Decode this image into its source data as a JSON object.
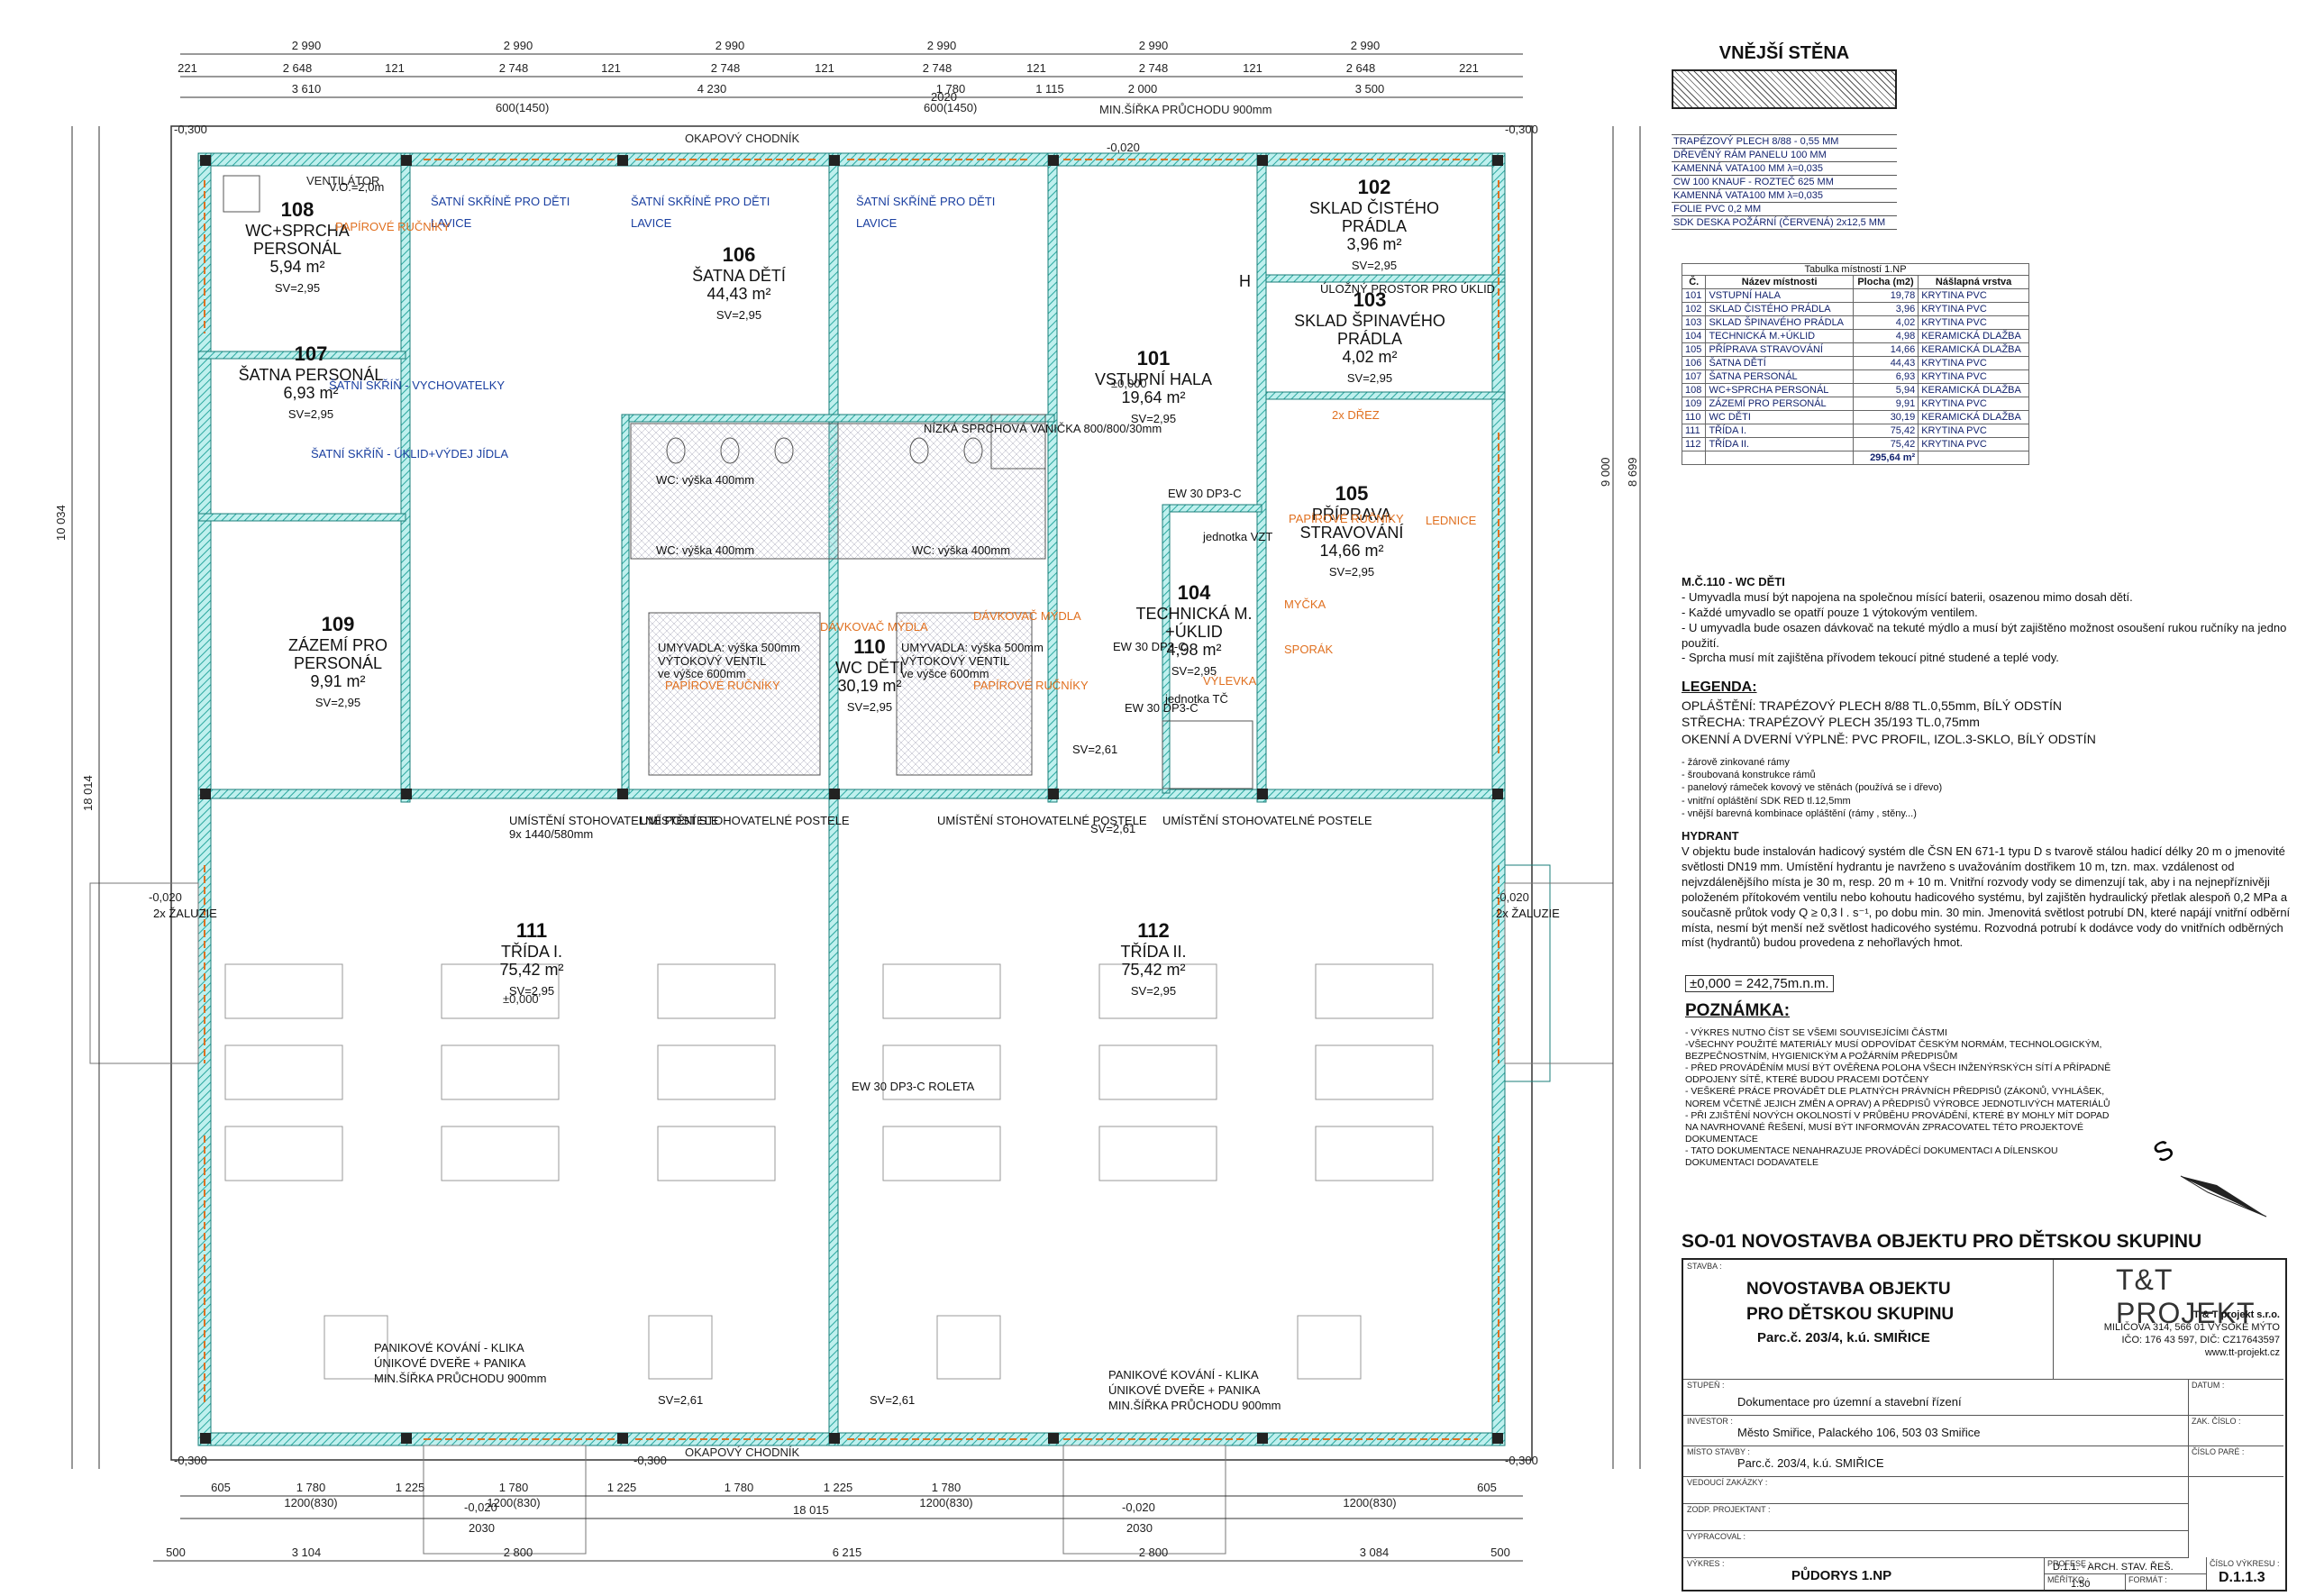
{
  "wall_legend": {
    "title": "VNĚJŠÍ STĚNA",
    "layers": [
      "TRAPÉZOVÝ PLECH 8/88 - 0,55 MM",
      "DŘEVĚNÝ RÁM PANELU 100 MM",
      "KAMENNÁ VATA100 MM λ=0,035",
      "CW 100 KNAUF - ROZTEČ 625 MM",
      "KAMENNÁ VATA100 MM λ=0,035",
      "FOLIE PVC 0,2 MM",
      "SDK DESKA POŽÁRNÍ (ČERVENÁ) 2x12,5 MM"
    ]
  },
  "room_table": {
    "caption": "Tabulka místností 1.NP",
    "headers": [
      "Č.",
      "Název místnosti",
      "Plocha (m2)",
      "Nášlapná vrstva"
    ],
    "rows": [
      [
        "101",
        "VSTUPNÍ HALA",
        "19,78",
        "KRYTINA PVC"
      ],
      [
        "102",
        "SKLAD ČISTÉHO PRÁDLA",
        "3,96",
        "KRYTINA PVC"
      ],
      [
        "103",
        "SKLAD ŠPINAVÉHO PRÁDLA",
        "4,02",
        "KRYTINA PVC"
      ],
      [
        "104",
        "TECHNICKÁ M.+ÚKLID",
        "4,98",
        "KERAMICKÁ DLAŽBA"
      ],
      [
        "105",
        "PŘÍPRAVA STRAVOVÁNÍ",
        "14,66",
        "KERAMICKÁ DLAŽBA"
      ],
      [
        "106",
        "ŠATNA DĚTÍ",
        "44,43",
        "KRYTINA PVC"
      ],
      [
        "107",
        "ŠATNA PERSONÁL",
        "6,93",
        "KRYTINA PVC"
      ],
      [
        "108",
        "WC+SPRCHA PERSONÁL",
        "5,94",
        "KERAMICKÁ DLAŽBA"
      ],
      [
        "109",
        "ZÁZEMÍ PRO PERSONÁL",
        "9,91",
        "KRYTINA PVC"
      ],
      [
        "110",
        "WC DĚTI",
        "30,19",
        "KERAMICKÁ DLAŽBA"
      ],
      [
        "111",
        "TŘÍDA I.",
        "75,42",
        "KRYTINA PVC"
      ],
      [
        "112",
        "TŘÍDA II.",
        "75,42",
        "KRYTINA PVC"
      ]
    ],
    "total": "295,64 m²"
  },
  "notes": {
    "wc_title": "M.Č.110 - WC DĚTI",
    "wc_lines": [
      "- Umyvadla musí být napojena na společnou mísící baterii, osazenou mimo dosah dětí.",
      "- Každé umyvadlo se opatří pouze 1 výtokovým ventilem.",
      "- U umyvadla bude osazen dávkovač na tekuté mýdlo a musí být zajištěno možnost osoušení rukou ručníky na jedno použití.",
      "- Sprcha musí mít zajištěna přívodem tekoucí pitné studené a teplé vody."
    ],
    "legend_title": "LEGENDA:",
    "legend_lines": [
      "OPLÁŠTĚNÍ: TRAPÉZOVÝ PLECH 8/88 TL.0,55mm, BÍLÝ ODSTÍN",
      "STŘECHA: TRAPÉZOVÝ PLECH 35/193 TL.0,75mm",
      "OKENNÍ A DVERNÍ VÝPLNĚ: PVC PROFIL, IZOL.3-SKLO, BÍLÝ ODSTÍN"
    ],
    "bullets": [
      "- žárově zinkované rámy",
      "- šroubovaná konstrukce rámů",
      "- panelový rámeček kovový ve stěnách (používá se i dřevo)",
      "- vnitřní opláštění SDK RED tl.12,5mm",
      "- vnější barevná kombinace opláštění (rámy , stěny...)"
    ],
    "hydrant_title": "HYDRANT",
    "hydrant_text": "V objektu bude instalován hadicový systém dle ČSN EN 671-1 typu D s tvarově stálou hadicí délky 20 m o jmenovité světlosti DN19 mm. Umístění hydrantu je navrženo s uvažováním dostřikem 10 m, tzn. max. vzdálenost od nejvzdálenějšího místa je 30 m, resp. 20 m + 10 m. Vnitřní rozvody vody se dimenzují tak, aby i na nejnepříznivěji položeném přítokovém ventilu nebo kohoutu hadicového systému, byl zajištěn hydraulický přetlak alespoň 0,2 MPa a současně průtok vody Q ≥ 0,3 l . s⁻¹, po dobu min. 30 min. Jmenovitá světlost potrubí DN, které napájí vnitřní odběrní místa, nesmí být menší než světlost hadicového systému. Rozvodná potrubí k dodávce vody do vnitřních odběrných míst (hydrantů) budou provedena z nehořlavých hmot."
  },
  "zero_level": "±0,000 = 242,75m.n.m.",
  "remarks": {
    "title": "POZNÁMKA:",
    "lines": [
      "- VÝKRES NUTNO ČÍST SE VŠEMI SOUVISEJÍCÍMI ČÁSTMI",
      "-VŠECHNY POUŽITÉ MATERIÁLY MUSÍ ODPOVÍDAT ČESKÝM NORMÁM, TECHNOLOGICKÝM, BEZPEČNOSTNÍM, HYGIENICKÝM A POŽÁRNÍM PŘEDPISŮM",
      "- PŘED PROVÁDĚNÍM MUSÍ BÝT OVĚŘENA POLOHA VŠECH INŽENÝRSKÝCH SÍTÍ A PŘÍPADNĚ ODPOJENY SÍTĚ, KTERÉ BUDOU PRACEMI DOTČENY",
      "- VEŠKERÉ PRÁCE PROVÁDĚT DLE PLATNÝCH PRÁVNÍCH PŘEDPISŮ (ZÁKONŮ, VYHLÁŠEK, NOREM VČETNĚ JEJICH ZMĚN A OPRAV) A PŘEDPISŮ VÝROBCE JEDNOTLIVÝCH MATERIÁLŮ",
      "- PŘI ZJIŠTĚNÍ NOVÝCH OKOLNOSTÍ V PRŮBĚHU PROVÁDĚNÍ, KTERÉ BY MOHLY MÍT DOPAD NA NAVRHOVANÉ ŘEŠENÍ, MUSÍ BÝT INFORMOVÁN ZPRACOVATEL TÉTO PROJEKTOVÉ DOKUMENTACE",
      "- TATO DOKUMENTACE NENAHRAZUJE PROVÁDĚCÍ DOKUMENTACI A DÍLENSKOU DOKUMENTACI DODAVATELE"
    ]
  },
  "north": "S",
  "title_block": {
    "heading": "SO-01   NOVOSTAVBA OBJEKTU PRO DĚTSKOU SKUPINU",
    "stavba_label": "STAVBA :",
    "stavba_l1": "NOVOSTAVBA OBJEKTU",
    "stavba_l2": "PRO DĚTSKOU SKUPINU",
    "stavba_l3": "Parc.č. 203/4, k.ú. SMIŘICE",
    "logo": "T&T PROJEKT",
    "company_name": "T & T projekt s.r.o.",
    "company_addr": "MILIČOVA 314, 566 01 VYSOKÉ MÝTO",
    "company_ico": "IČO: 176 43 597, DIČ: CZ17643597",
    "company_web": "www.tt-projekt.cz",
    "stupen_label": "STUPEŇ :",
    "stupen": "Dokumentace pro územní a stavební řízení",
    "investor_label": "INVESTOR :",
    "investor": "Město Smiřice, Palackého 106, 503 03 Smiřice",
    "misto_label": "MÍSTO STAVBY :",
    "misto": "Parc.č. 203/4, k.ú. SMIŘICE",
    "vedouci_label": "VEDOUCÍ ZAKÁZKY :",
    "zodp_label": "ZODP. PROJEKTANT :",
    "vypracoval_label": "VYPRACOVAL :",
    "datum_label": "DATUM :",
    "zak_label": "ZAK. ČÍSLO :",
    "cislo_pare_label": "ČÍSLO PARÉ :",
    "vykres_label": "VÝKRES :",
    "vykres": "PŮDORYS 1.NP",
    "profese_label": "PROFESE :",
    "profese": "D.1.1. - ARCH. STAV. ŘEŠ.",
    "meritko_label": "MĚŘÍTKO :",
    "meritko": "1:50",
    "format_label": "FORMÁT :",
    "cislo_vykresu_label": "ČÍSLO VÝKRESU :",
    "cislo_vykresu": "D.1.1.3"
  },
  "plan": {
    "rooms": [
      {
        "id": "108",
        "name": "WC+SPRCHA",
        "name2": "PERSONÁL",
        "area": "5,94 m²",
        "sv": "SV=2,95"
      },
      {
        "id": "107",
        "name": "ŠATNA PERSONÁL",
        "name2": "",
        "area": "6,93 m²",
        "sv": "SV=2,95"
      },
      {
        "id": "109",
        "name": "ZÁZEMÍ PRO",
        "name2": "PERSONÁL",
        "area": "9,91 m²",
        "sv": "SV=2,95"
      },
      {
        "id": "106",
        "name": "ŠATNA DĚTÍ",
        "name2": "",
        "area": "44,43 m²",
        "sv": "SV=2,95"
      },
      {
        "id": "110",
        "name": "WC DĚTI",
        "name2": "",
        "area": "30,19 m²",
        "sv": "SV=2,95"
      },
      {
        "id": "101",
        "name": "VSTUPNÍ HALA",
        "name2": "",
        "area": "19,64 m²",
        "sv": "SV=2,95"
      },
      {
        "id": "102",
        "name": "SKLAD ČISTÉHO",
        "name2": "PRÁDLA",
        "area": "3,96 m²",
        "sv": "SV=2,95"
      },
      {
        "id": "103",
        "name": "SKLAD ŠPINAVÉHO",
        "name2": "PRÁDLA",
        "area": "4,02 m²",
        "sv": "SV=2,95"
      },
      {
        "id": "104",
        "name": "TECHNICKÁ M.",
        "name2": "+ÚKLID",
        "area": "4,98 m²",
        "sv": "SV=2,95"
      },
      {
        "id": "105",
        "name": "PŘÍPRAVA",
        "name2": "STRAVOVÁNÍ",
        "area": "14,66 m²",
        "sv": "SV=2,95"
      },
      {
        "id": "111",
        "name": "TŘÍDA I.",
        "name2": "",
        "area": "75,42 m²",
        "sv": "SV=2,95"
      },
      {
        "id": "112",
        "name": "TŘÍDA II.",
        "name2": "",
        "area": "75,42 m²",
        "sv": "SV=2,95"
      }
    ],
    "zero_mark": "±0,000",
    "top_dims_1": [
      "2 990",
      "2 990",
      "2 990",
      "2 990",
      "2 990",
      "2 990"
    ],
    "top_dims_2": [
      "221",
      "2 648",
      "121",
      "2 748",
      "121",
      "2 748",
      "121",
      "2 748",
      "121",
      "2 748",
      "121",
      "2 648",
      "221"
    ],
    "top_dims_3": [
      "3 610",
      "4 230",
      "1 780",
      "1 115",
      "2 000",
      "3 500"
    ],
    "top_dim_note": "600(1450)",
    "top_note2": "MIN.ŠÍŘKA PRŮCHODU 900mm",
    "top_2020": "2020",
    "bottom_dims_1": [
      "605",
      "1 780",
      "1 225",
      "1 780",
      "1 225",
      "1 780",
      "1 225",
      "1 780",
      "605"
    ],
    "bottom_dims_1b": "1200(830)",
    "bottom_total": "18 015",
    "bottom_dims_2": [
      "500",
      "3 104",
      "2 800",
      "6 215",
      "2 800",
      "3 084",
      "500"
    ],
    "bottom_2030": "2030",
    "left_total": "10 034",
    "left_total2": "18 014",
    "right_total": "9 000",
    "right_total2": "8 699",
    "level_minus": "-0,300",
    "level_minus2": "-0,020",
    "labels": {
      "okapovy": "OKAPOVÝ CHODNÍK",
      "ventilator": "VENTILÁTOR",
      "satni_skrine": "ŠATNÍ SKŘÍNĚ PRO DĚTI",
      "lavice": "LAVICE",
      "postele": "UMÍSTĚNÍ STOHOVATELNÉ POSTELE",
      "postele2": "9x 1440/580mm",
      "umyvadla": "UMYVADLA: výška 500mm",
      "ventil": "VÝTOKOVÝ VENTIL",
      "ventil2": "ve výšce 600mm",
      "wc_vyska": "WC: výška 400mm",
      "davkovac": "DÁVKOVAČ MÝDLA",
      "rucniky": "PAPÍROVÉ RUČNÍKY",
      "sprcha": "NÍZKÁ SPRCHOVÁ VANIČKA 800/800/30mm",
      "panik": "PANIKOVÉ KOVÁNÍ - KLIKA",
      "unik": "ÚNIKOVÉ DVEŘE + PANIKA",
      "min_sirka": "MIN.ŠÍŘKA PRŮCHODU 900mm",
      "zaluzie": "2x ŽALUZIE",
      "ew": "EW 30 DP3-C",
      "roleta": "EW 30 DP3-C ROLETA",
      "h": "H",
      "vzt": "jednotka VZT",
      "kotel": "jednotka TČ",
      "vylevka": "VÝLEVKA",
      "lednice": "LEDNICE",
      "myčka": "MYČKA",
      "sporak": "SPORÁK",
      "drez": "2x DŘEZ",
      "ulozny": "ÚLOŽNÝ PROSTOR PRO ÚKLID",
      "skrin_vych": "ŠATNÍ SKŘÍŇ - VYCHOVATELKY",
      "skrin_vydej": "ŠATNÍ SKŘÍŇ - ÚKLID+VÝDEJ JÍDLA",
      "sv261": "SV=2,61",
      "v2": "V.O.=2,0m"
    }
  }
}
